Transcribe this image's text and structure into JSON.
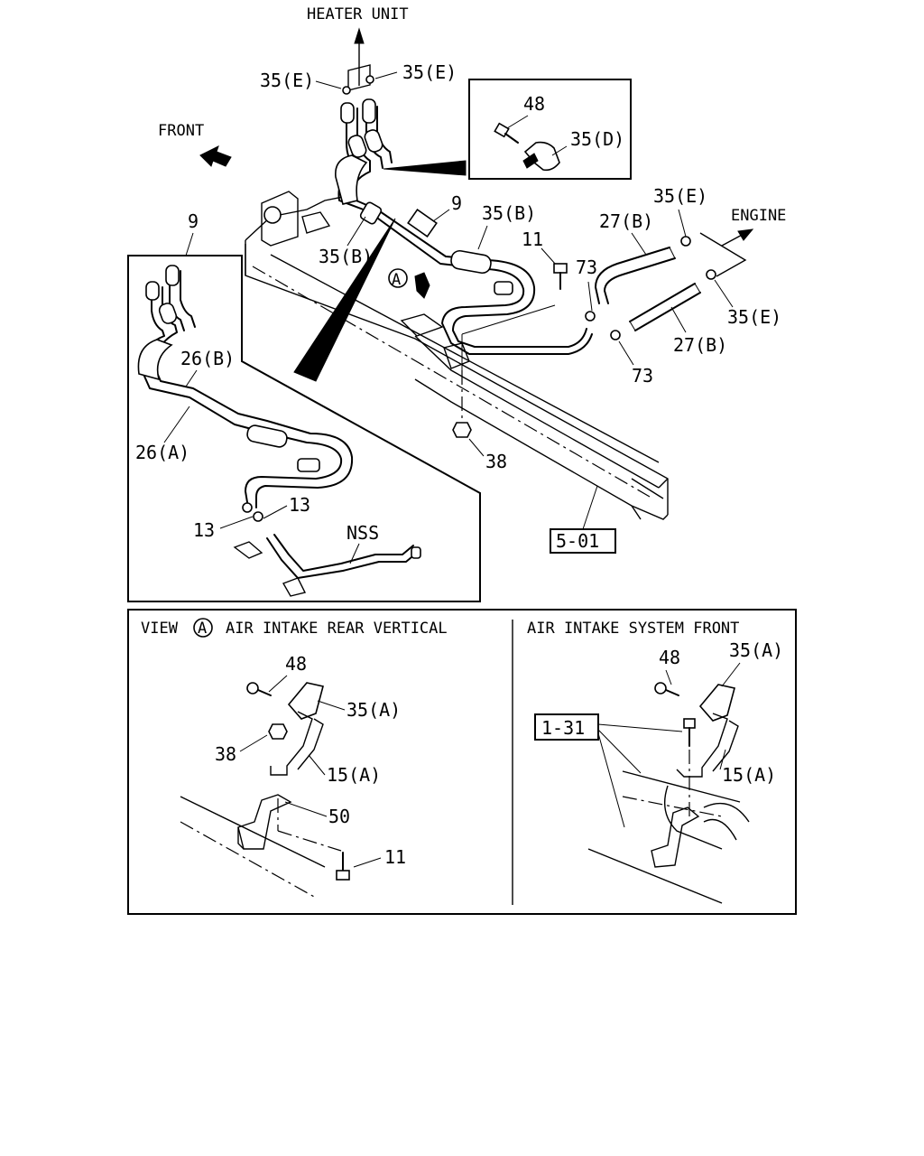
{
  "labels": {
    "heater_unit": "HEATER UNIT",
    "front": "FRONT",
    "engine": "ENGINE",
    "p35e_1": "35(E)",
    "p35e_2": "35(E)",
    "p35e_3": "35(E)",
    "p35e_4": "35(E)",
    "p48_detail": "48",
    "p35d": "35(D)",
    "p9_main": "9",
    "p9_inset": "9",
    "p35b_1": "35(B)",
    "p35b_2": "35(B)",
    "p11_main": "11",
    "p27b_1": "27(B)",
    "p27b_2": "27(B)",
    "p73_1": "73",
    "p73_2": "73",
    "p38_main": "38",
    "ref_501": "5-01",
    "p26b": "26(B)",
    "p26a": "26(A)",
    "p13_1": "13",
    "p13_2": "13",
    "nss": "NSS",
    "view_a_letter": "A",
    "view_a_callout": "A"
  },
  "panel_left": {
    "title_prefix": "VIEW",
    "title_letter": "A",
    "title_rest": "AIR INTAKE REAR VERTICAL",
    "p48": "48",
    "p35a": "35(A)",
    "p38": "38",
    "p15a": "15(A)",
    "p50": "50",
    "p11": "11"
  },
  "panel_right": {
    "title": "AIR INTAKE SYSTEM FRONT",
    "p48": "48",
    "p35a": "35(A)",
    "ref_131": "1-31",
    "p15a": "15(A)"
  }
}
